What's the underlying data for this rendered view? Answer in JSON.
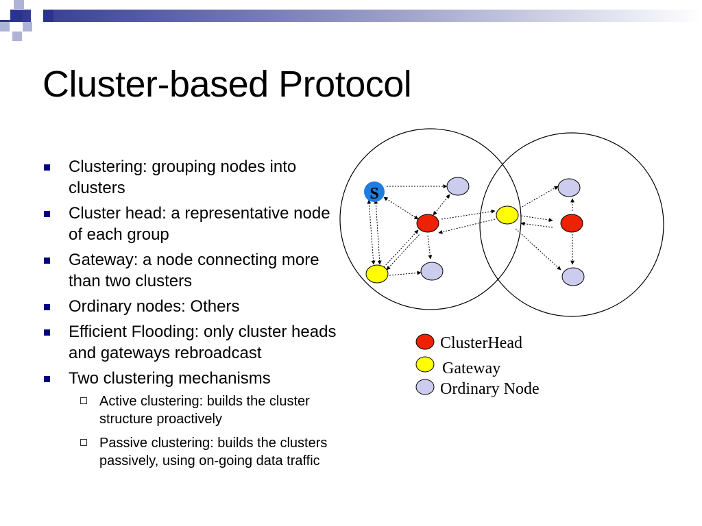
{
  "slide": {
    "title": "Cluster-based Protocol",
    "bullets": [
      {
        "text": "Clustering: grouping nodes into clusters"
      },
      {
        "text": "Cluster head: a representative node of each group"
      },
      {
        "text": "Gateway: a node connecting more than two clusters"
      },
      {
        "text": "Ordinary nodes: Others"
      },
      {
        "text": "Efficient Flooding: only cluster heads and gateways rebroadcast"
      },
      {
        "text": "Two clustering mechanisms",
        "subs": [
          {
            "text": "Active clustering: builds the cluster structure proactively"
          },
          {
            "text": "Passive clustering: builds the clusters passively, using on-going data traffic"
          }
        ]
      }
    ]
  },
  "diagram": {
    "source_label": "S",
    "legend": [
      {
        "label": "ClusterHead",
        "color": "#ee2200"
      },
      {
        "label": "Gateway",
        "color": "#ffff00"
      },
      {
        "label": "Ordinary Node",
        "color": "#ccccee"
      }
    ],
    "colors": {
      "source": "#1e7de0",
      "clusterhead": "#ee2200",
      "gateway": "#ffff00",
      "ordinary": "#ccccee",
      "header_bar": "#2b3390"
    }
  }
}
